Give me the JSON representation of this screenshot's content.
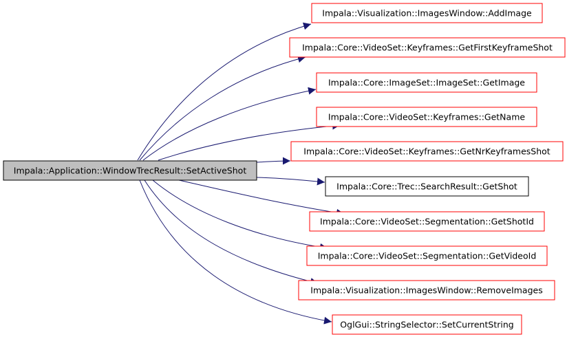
{
  "graph": {
    "colors": {
      "edge": "#191970",
      "callee_border": "#ff0000",
      "source_fill": "#bfbfbf",
      "neutral_border": "#000000"
    },
    "source": {
      "label": "Impala::Application::WindowTrecResult::SetActiveShot"
    },
    "callees": [
      {
        "label": "Impala::Visualization::ImagesWindow::AddImage",
        "documented": true
      },
      {
        "label": "Impala::Core::VideoSet::Keyframes::GetFirstKeyframeShot",
        "documented": true
      },
      {
        "label": "Impala::Core::ImageSet::ImageSet::GetImage",
        "documented": true
      },
      {
        "label": "Impala::Core::VideoSet::Keyframes::GetName",
        "documented": true
      },
      {
        "label": "Impala::Core::VideoSet::Keyframes::GetNrKeyframesShot",
        "documented": true
      },
      {
        "label": "Impala::Core::Trec::SearchResult::GetShot",
        "documented": false
      },
      {
        "label": "Impala::Core::VideoSet::Segmentation::GetShotId",
        "documented": true
      },
      {
        "label": "Impala::Core::VideoSet::Segmentation::GetVideoId",
        "documented": true
      },
      {
        "label": "Impala::Visualization::ImagesWindow::RemoveImages",
        "documented": true
      },
      {
        "label": "OglGui::StringSelector::SetCurrentString",
        "documented": true
      }
    ]
  }
}
